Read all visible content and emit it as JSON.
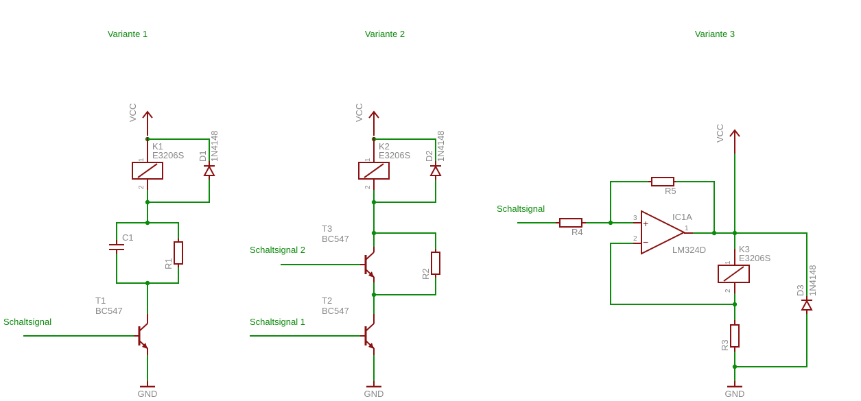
{
  "variants": [
    {
      "title": "Variante 1",
      "vcc": "VCC",
      "gnd": "GND",
      "relay": {
        "name": "K1",
        "value": "E3206S",
        "pin1": "1",
        "pin2": "2"
      },
      "diode": {
        "name": "D1",
        "value": "1N4148"
      },
      "capacitor": {
        "name": "C1"
      },
      "resistor": {
        "name": "R1"
      },
      "transistor": {
        "name": "T1",
        "value": "BC547"
      },
      "signal": "Schaltsignal"
    },
    {
      "title": "Variante 2",
      "vcc": "VCC",
      "gnd": "GND",
      "relay": {
        "name": "K2",
        "value": "E3206S",
        "pin1": "1",
        "pin2": "2"
      },
      "diode": {
        "name": "D2",
        "value": "1N4148"
      },
      "resistor": {
        "name": "R2"
      },
      "transistor_top": {
        "name": "T3",
        "value": "BC547"
      },
      "transistor_bottom": {
        "name": "T2",
        "value": "BC547"
      },
      "signal_top": "Schaltsignal 2",
      "signal_bottom": "Schaltsignal 1"
    },
    {
      "title": "Variante 3",
      "vcc": "VCC",
      "gnd": "GND",
      "opamp": {
        "name": "IC1A",
        "value": "LM324D",
        "pin_plus": "3",
        "pin_minus": "2",
        "pin_out": "1",
        "plus_sign": "+",
        "minus_sign": "−"
      },
      "r_input": {
        "name": "R4"
      },
      "r_feedback": {
        "name": "R5"
      },
      "r_sense": {
        "name": "R3"
      },
      "relay": {
        "name": "K3",
        "value": "E3206S",
        "pin1": "1",
        "pin2": "2"
      },
      "diode": {
        "name": "D3",
        "value": "1N4148"
      },
      "signal": "Schaltsignal"
    }
  ],
  "colors": {
    "wire": "#0b8a0b",
    "component": "#8b1010",
    "label": "#888888"
  }
}
